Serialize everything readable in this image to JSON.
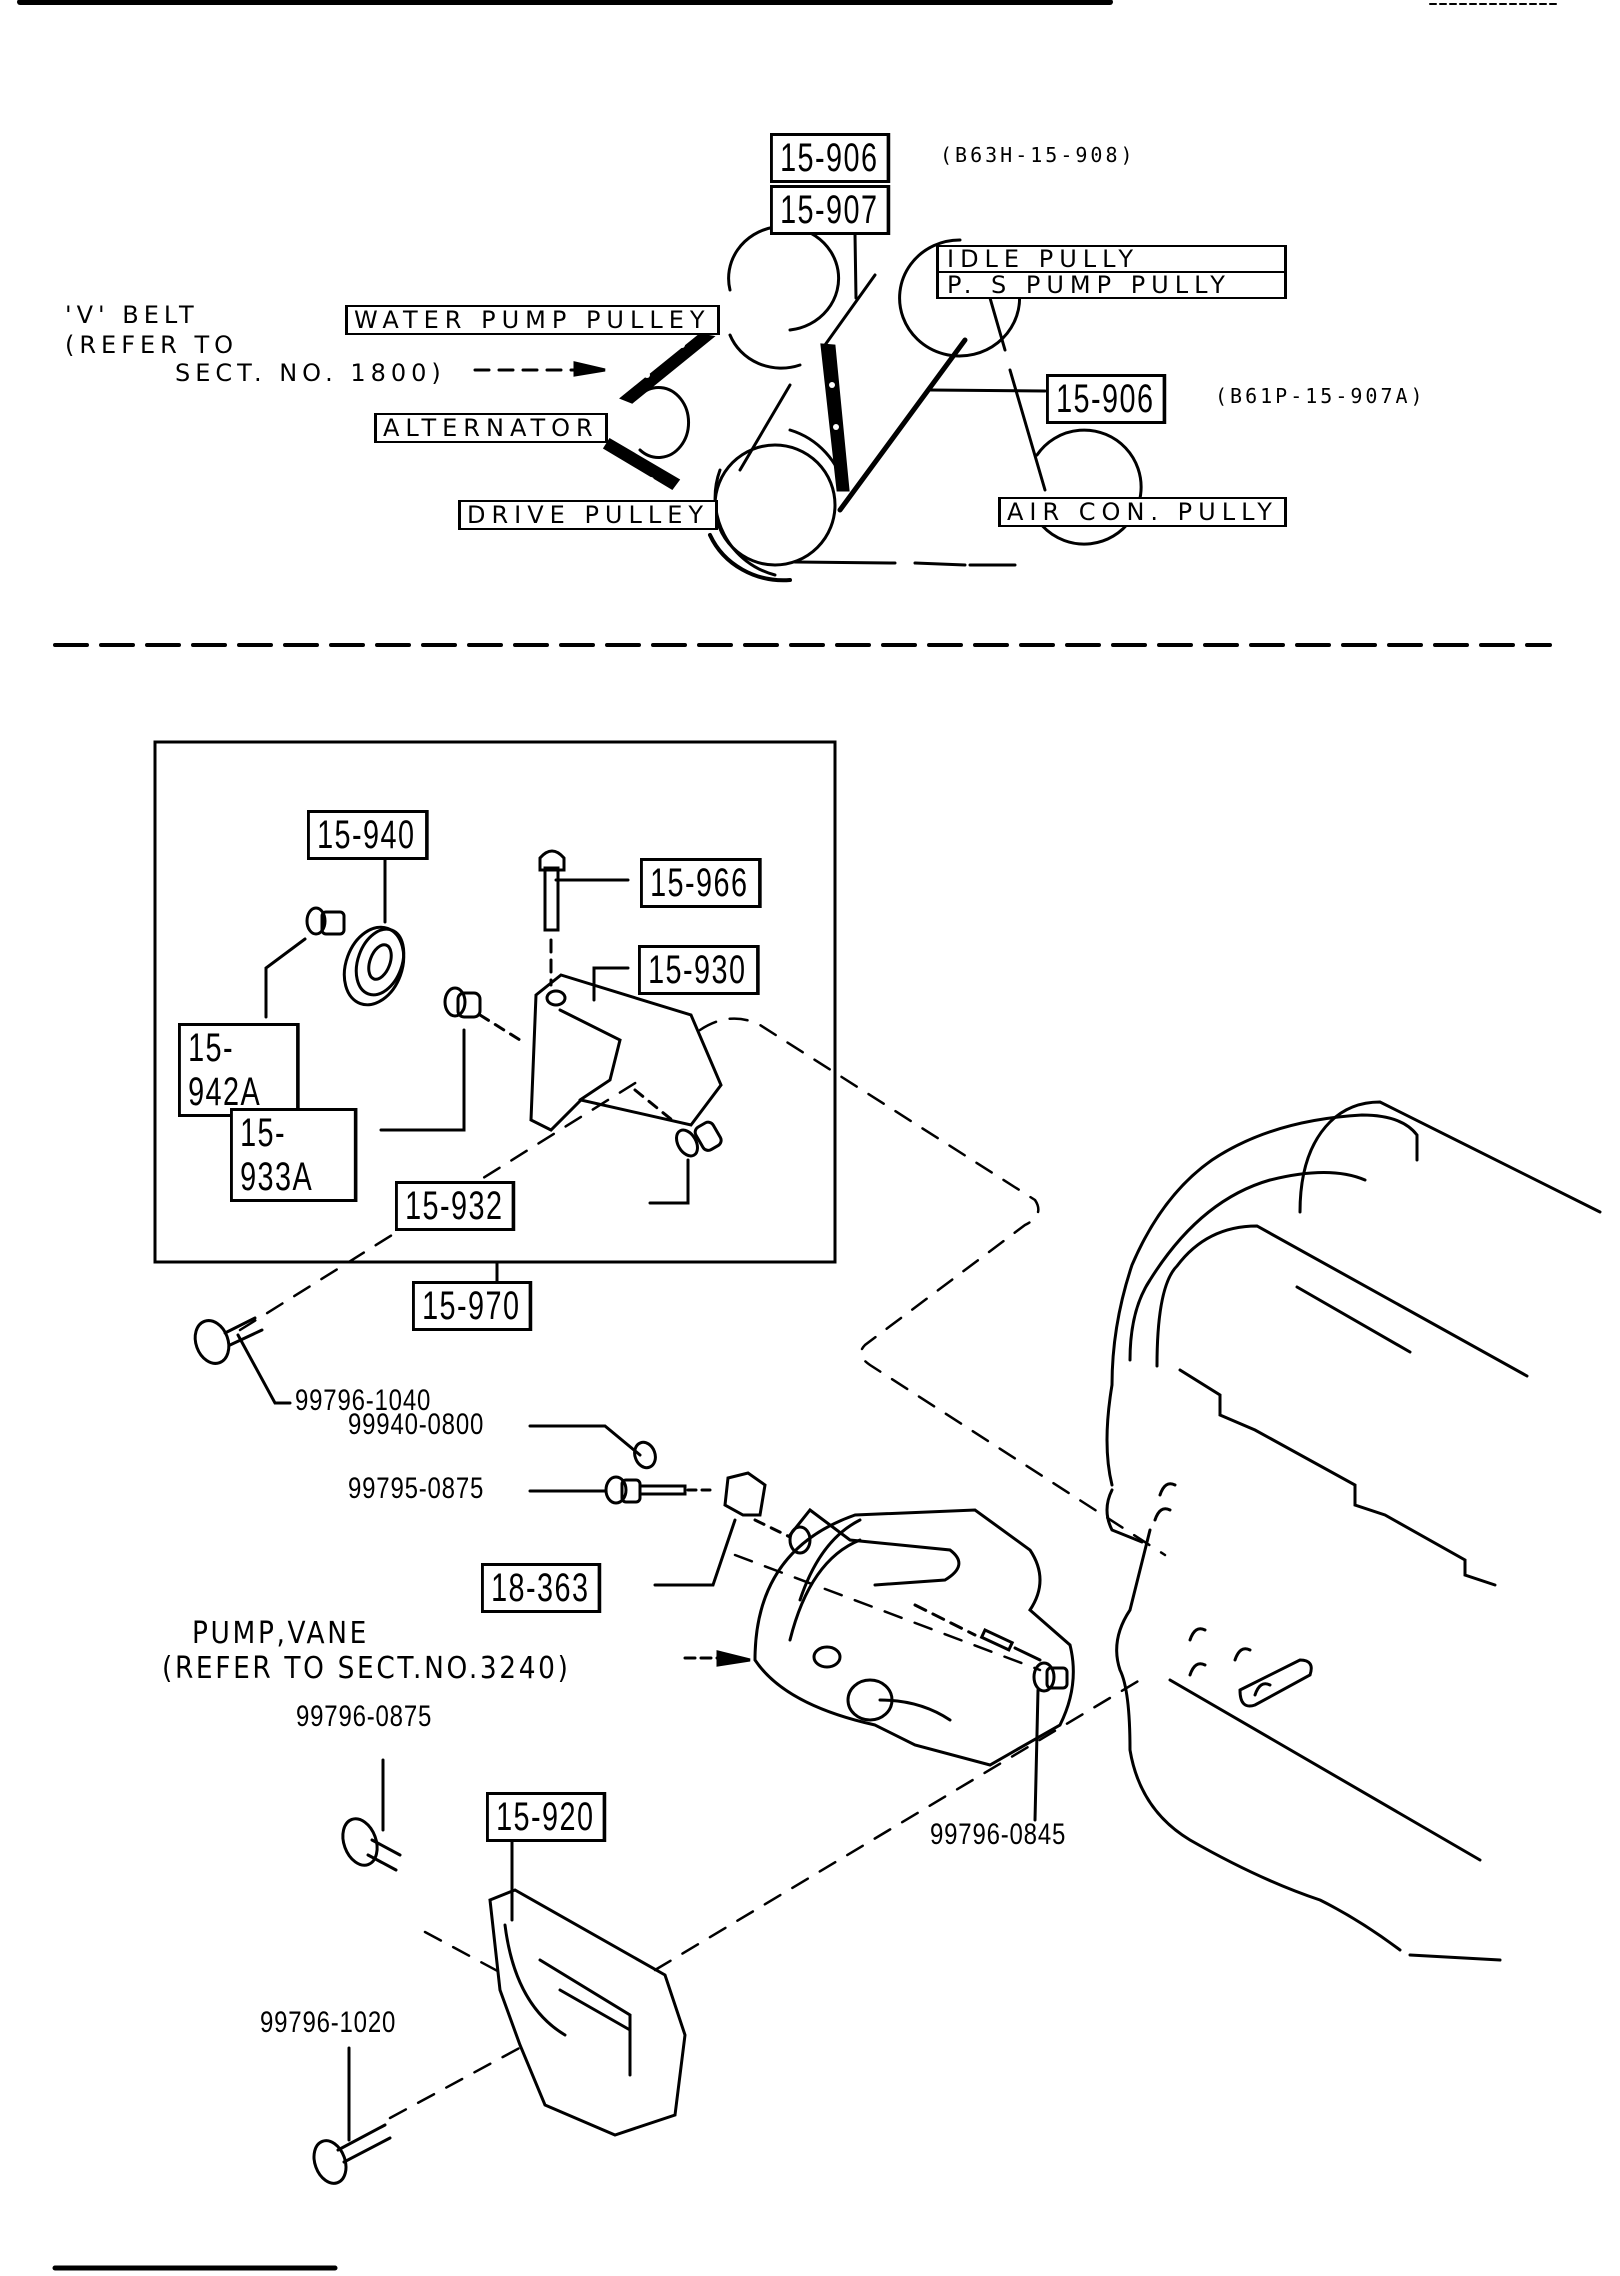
{
  "belt_diagram": {
    "part_numbers": [
      {
        "id": "15-906",
        "alt": "(B63H-15-908)",
        "role": "belt-top"
      },
      {
        "id": "15-907",
        "alt": "",
        "role": "belt-middle"
      },
      {
        "id": "15-906",
        "alt": "(B61P-15-907A)",
        "role": "belt-right"
      }
    ],
    "pulley_labels": {
      "water_pump": "WATER PUMP PULLEY",
      "idle": "IDLE PULLY",
      "ps_pump": "P. S PUMP PULLY",
      "alternator": "ALTERNATOR",
      "drive": "DRIVE PULLEY",
      "air_con": "AIR CON. PULLY"
    },
    "v_belt_note": {
      "line1": "'V' BELT",
      "line2": "(REFER TO",
      "line3": "SECT. NO. 1800)"
    }
  },
  "assembly_diagram": {
    "bracket_group": {
      "group_part": "15-970",
      "parts": {
        "idler_pulley": "15-940",
        "idler_bolt": "15-942A",
        "adjust_bolt": "15-966",
        "bracket": "15-930",
        "pivot_bolt": "15-933A",
        "lock_bolt": "15-932"
      }
    },
    "standard_parts": {
      "bolt_1040": "99796-1040",
      "washer_0800": "99940-0800",
      "bolt_0875_short": "99795-0875",
      "bolt_0875": "99796-0875",
      "bolt_0845": "99796-0845",
      "bolt_1020": "99796-1020"
    },
    "parts": {
      "link": "18-363",
      "pump_bracket": "15-920"
    },
    "pump_note": {
      "line1": "PUMP,VANE",
      "line2": "(REFER TO SECT.NO.3240)"
    }
  }
}
